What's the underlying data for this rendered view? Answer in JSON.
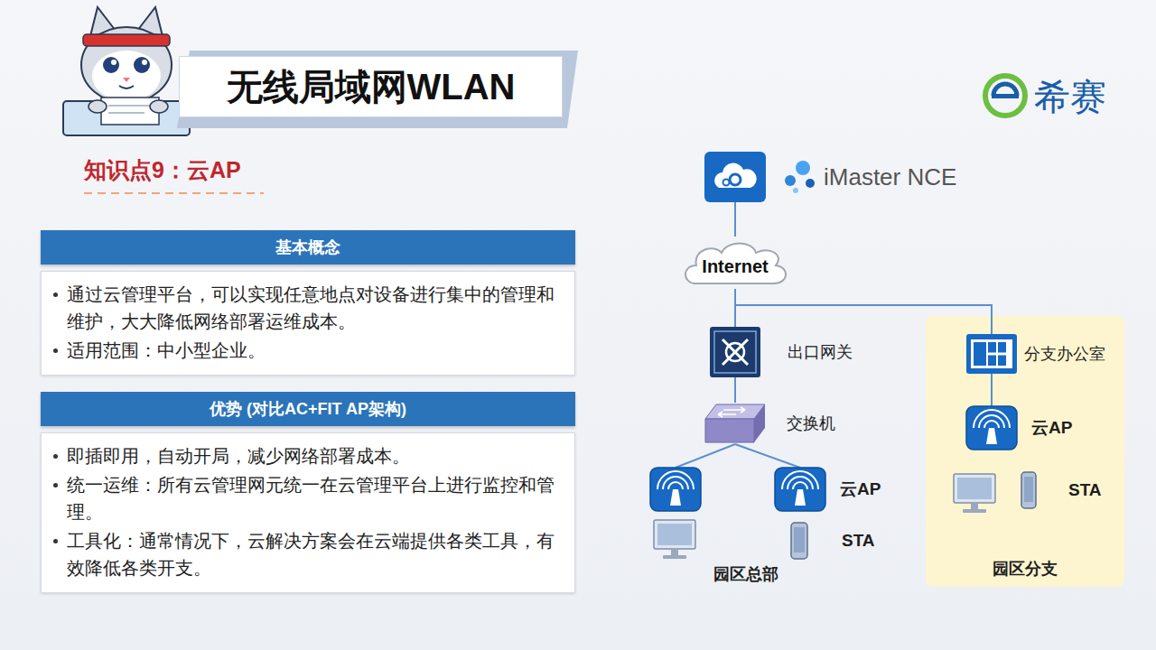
{
  "diagram": {
    "title": "无线局域网WLAN",
    "nodes": [
      {
        "text": [
          "基本概念",
          "通过云管理平台，可以实现任意地点对设备进行集中的管理和维护，大大降低网络部署运维成本。",
          "适用范围：中小型企业。"
        ]
      },
      {
        "text": [
          "优势 (对比AC+FIT AP架构)",
          "即插即用，自动开局，减少网络部署成本。",
          "统一运维：所有云管理网元统一在云管理平台上进行监控和管理。",
          "工具化：通常情况下，云解决方案会在云端提供各类工具，有效降低各类开支。"
        ]
      },
      {
        "text": [
          "iMaster NCE"
        ]
      },
      {
        "text": [
          "Internet"
        ]
      },
      {
        "text": [
          "出口网关"
        ]
      },
      {
        "text": [
          "交换机"
        ]
      },
      {
        "text": [
          "云AP"
        ]
      },
      {
        "text": [
          "STA"
        ]
      },
      {
        "text": [
          "园区分支"
        ]
      },
      {
        "text": [
          "分支办公室"
        ],
        "in": 8
      },
      {
        "text": [
          "云AP"
        ],
        "in": 8
      },
      {
        "text": [
          "STA"
        ],
        "in": 8
      }
    ],
    "edges": [
      {
        "from": 2,
        "to": 3,
        "arrow": "none"
      },
      {
        "from": 3,
        "to": 4,
        "arrow": "none"
      },
      {
        "from": 3,
        "to": 9,
        "arrow": "none"
      },
      {
        "from": 4,
        "to": 5,
        "arrow": "none"
      },
      {
        "from": 5,
        "to": 6,
        "arrow": "none"
      },
      {
        "from": 9,
        "to": 10,
        "arrow": "none"
      }
    ],
    "labels": [
      "知识点9：云AP",
      "希赛",
      "园区总部"
    ]
  }
}
